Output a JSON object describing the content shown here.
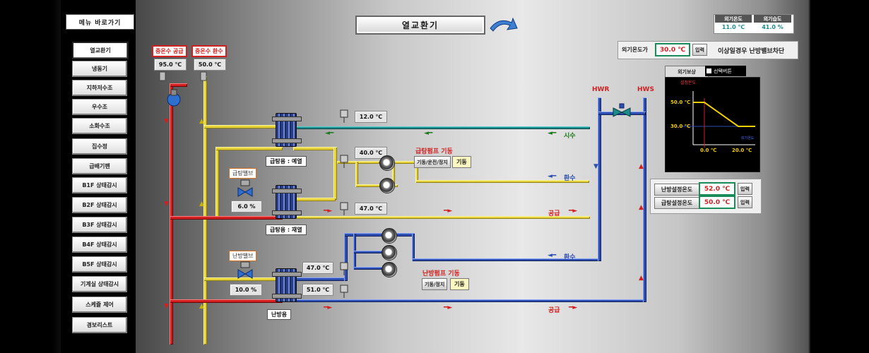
{
  "menu": {
    "title": "메뉴 바로가기",
    "items": [
      {
        "label": "열교환기",
        "active": true
      },
      {
        "label": "냉동기"
      },
      {
        "label": "지하저수조"
      },
      {
        "label": "우수조"
      },
      {
        "label": "소화수조"
      },
      {
        "label": "집수정"
      },
      {
        "label": "급배기팬"
      },
      {
        "label": "B1F 상태감시"
      },
      {
        "label": "B2F 상태감시"
      },
      {
        "label": "B3F 상태감시"
      },
      {
        "label": "B4F 상태감시"
      },
      {
        "label": "B5F 상태감시"
      },
      {
        "label": "기계실 상태감시"
      },
      {
        "label": "스케쥴 제어"
      },
      {
        "label": "경보리스트"
      }
    ]
  },
  "header": {
    "title": "열교환기",
    "back_icon": "curved-arrow-icon"
  },
  "outdoor": {
    "temp_label": "외기온도",
    "humidity_label": "외기습도",
    "temp_value": "11.0 ℃",
    "humidity_value": "41.0 %"
  },
  "outdoor_setting": {
    "label": "외기온도가",
    "value": "30.0 ℃",
    "input_button": "입력",
    "note": "이상일경우 난방밸브차단"
  },
  "compensation": {
    "tab_label": "외기보상",
    "select_label": "선택버튼",
    "graph_title": "설정온도",
    "y_high": "50.0 ℃",
    "y_low": "30.0 ℃",
    "x_low": "0.0 ℃",
    "x_high": "20.0 ℃",
    "x_axis_label": "외기온도",
    "points": [
      {
        "outdoor": 0,
        "setpoint": 50
      },
      {
        "outdoor": 20,
        "setpoint": 30
      }
    ]
  },
  "heating_setpoint": {
    "label": "난방설정온도",
    "value": "52.0 ℃",
    "button": "입력"
  },
  "hotwater_setpoint": {
    "label": "급탕설정온도",
    "value": "50.0 ℃",
    "button": "입력"
  },
  "supply": {
    "mid_supply_label": "중온수 공급",
    "mid_return_label": "중온수 환수",
    "mid_supply_value": "95.0 ℃",
    "mid_return_value": "50.0 ℃"
  },
  "hwr_label": "HWR",
  "hws_label": "HWS",
  "hx1": {
    "label": "급탕용 : 예열",
    "sensor_value": "12.0 ℃",
    "out_value": "40.0 ℃"
  },
  "hx2": {
    "label": "급탕용 : 재열",
    "valve_label": "급탕밸브",
    "valve_value": "6.0 %",
    "out_value": "47.0 ℃"
  },
  "hx3": {
    "label": "난방용",
    "valve_label": "난방밸브",
    "valve_value": "10.0 %",
    "val_top": "47.0 ℃",
    "val_bottom": "51.0 ℃"
  },
  "hotwater_pump": {
    "title": "급탕펌프 기동",
    "mode_button": "기동/운전/정지",
    "status": "기동"
  },
  "heating_pump": {
    "title": "난방펌프 기동",
    "mode_button": "기동/정지",
    "status": "기동"
  },
  "flow_labels": {
    "city_water": "시수",
    "return": "환수",
    "supply": "공급"
  }
}
